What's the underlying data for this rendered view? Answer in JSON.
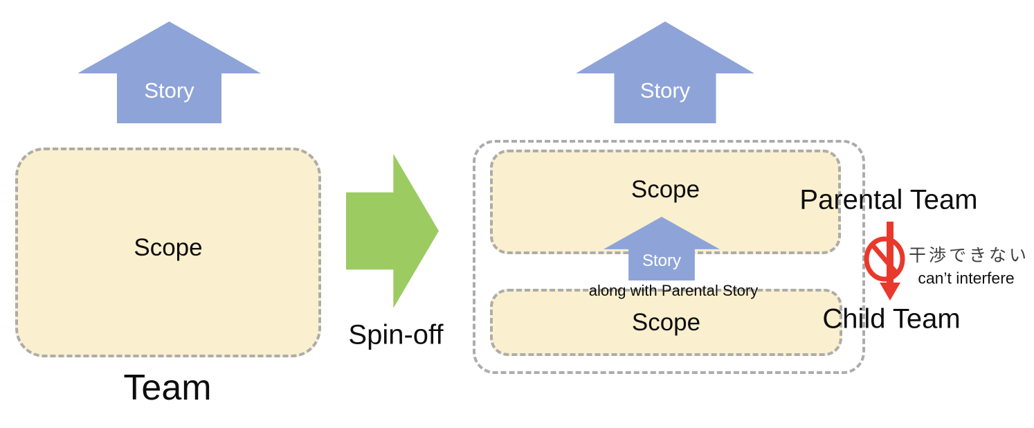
{
  "diagram": {
    "left": {
      "story_arrow_label": "Story",
      "scope_label": "Scope",
      "team_label": "Team"
    },
    "transition": {
      "spinoff_label": "Spin-off"
    },
    "right": {
      "story_arrow_label": "Story",
      "parental_scope_label": "Scope",
      "inner_story_arrow_label": "Story",
      "inner_story_note": "along with Parental Story",
      "child_scope_label": "Scope",
      "parental_team_label": "Parental Team",
      "child_team_label": "Child Team",
      "no_interfere": {
        "icon": "prohibition-down-arrow",
        "label_jp": "干渉できない",
        "label_en": "can’t interfere"
      }
    },
    "colors": {
      "story_arrow_blue": "#8EA4D8",
      "spinoff_green": "#9CCB62",
      "scope_fill_cream": "#FAF0CF",
      "dashed_border_gray": "#ACACAC",
      "prohibit_red": "#E8392C"
    }
  }
}
